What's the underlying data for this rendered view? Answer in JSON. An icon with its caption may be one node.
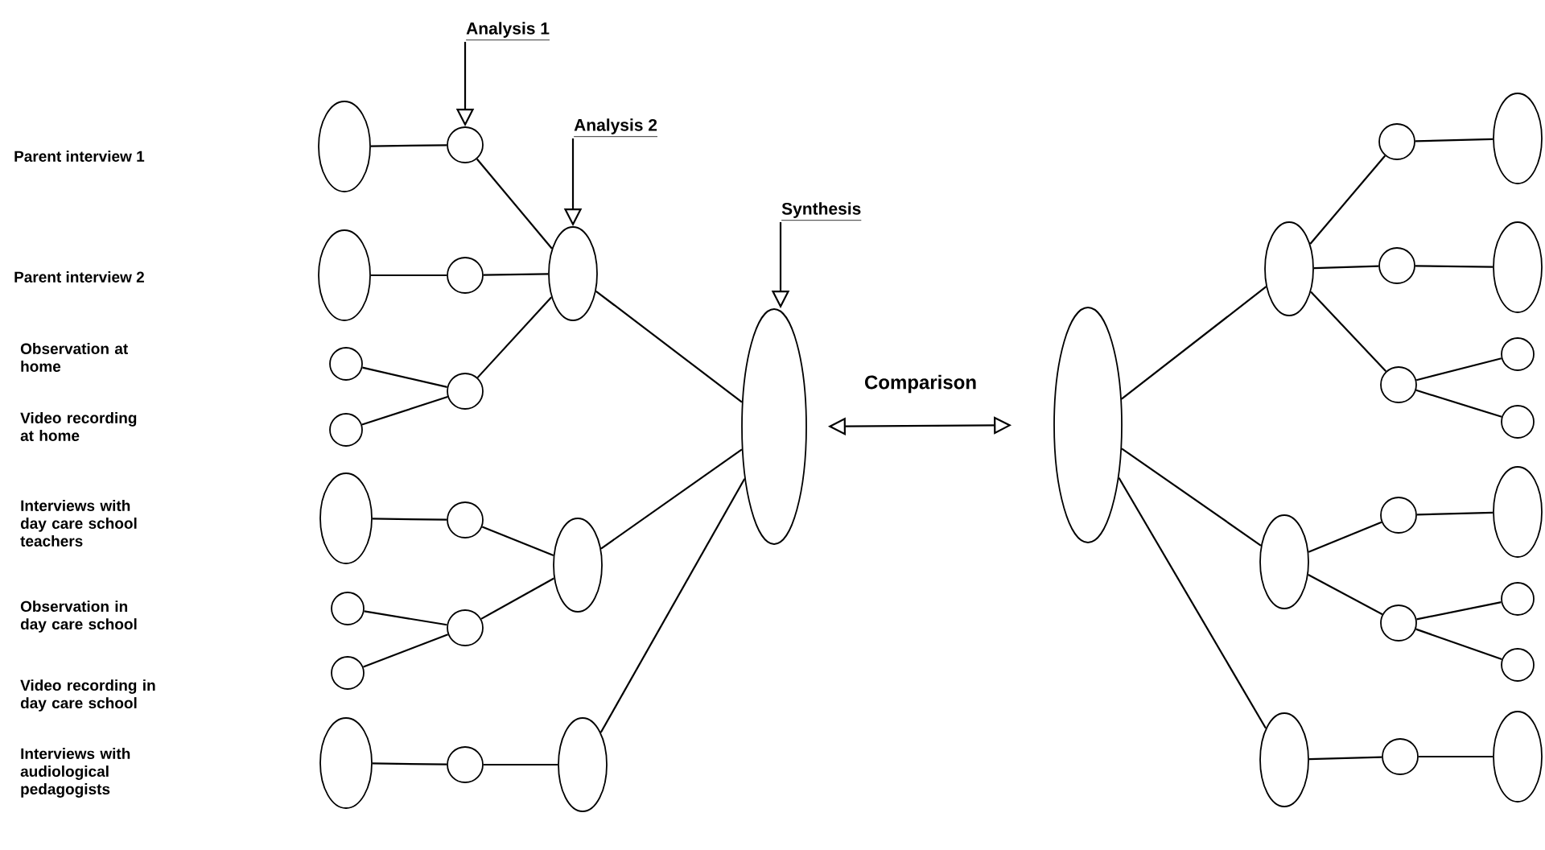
{
  "diagram": {
    "nodes": [
      {
        "text": [
          "Analysis 1"
        ]
      },
      {
        "text": [
          "Analysis 2"
        ]
      },
      {
        "text": [
          "Synthesis"
        ]
      },
      {
        "text": [],
        "shape": "ellipse"
      },
      {
        "text": [],
        "shape": "ellipse"
      },
      {
        "text": [],
        "shape": "circle"
      },
      {
        "text": [],
        "shape": "circle"
      },
      {
        "text": [],
        "shape": "ellipse"
      },
      {
        "text": [],
        "shape": "circle"
      },
      {
        "text": [],
        "shape": "circle"
      },
      {
        "text": [],
        "shape": "ellipse"
      },
      {
        "text": [],
        "shape": "circle"
      },
      {
        "text": [],
        "shape": "circle"
      },
      {
        "text": [],
        "shape": "circle"
      },
      {
        "text": [],
        "shape": "circle"
      },
      {
        "text": [],
        "shape": "circle"
      },
      {
        "text": [],
        "shape": "circle"
      },
      {
        "text": [],
        "shape": "ellipse"
      },
      {
        "text": [],
        "shape": "ellipse"
      },
      {
        "text": [],
        "shape": "ellipse"
      },
      {
        "text": [],
        "shape": "ellipse"
      },
      {
        "text": [],
        "shape": "ellipse"
      },
      {
        "text": [],
        "shape": "ellipse"
      },
      {
        "text": [],
        "shape": "ellipse"
      },
      {
        "text": [],
        "shape": "ellipse"
      },
      {
        "text": [],
        "shape": "circle"
      },
      {
        "text": [],
        "shape": "circle"
      },
      {
        "text": [],
        "shape": "circle"
      },
      {
        "text": [],
        "shape": "circle"
      },
      {
        "text": [],
        "shape": "circle"
      },
      {
        "text": [],
        "shape": "circle"
      },
      {
        "text": [],
        "shape": "ellipse"
      },
      {
        "text": [],
        "shape": "ellipse"
      },
      {
        "text": [],
        "shape": "circle"
      },
      {
        "text": [],
        "shape": "circle"
      },
      {
        "text": [],
        "shape": "ellipse"
      },
      {
        "text": [],
        "shape": "circle"
      },
      {
        "text": [],
        "shape": "circle"
      },
      {
        "text": [],
        "shape": "ellipse"
      }
    ],
    "edges": [
      {
        "from": 0,
        "to": 11,
        "arrow": "to"
      },
      {
        "from": 1,
        "to": 17,
        "arrow": "to"
      },
      {
        "from": 2,
        "to": 20,
        "arrow": "to"
      },
      {
        "from": 3,
        "to": 11,
        "arrow": "none"
      },
      {
        "from": 4,
        "to": 12,
        "arrow": "none"
      },
      {
        "from": 5,
        "to": 13,
        "arrow": "none"
      },
      {
        "from": 6,
        "to": 13,
        "arrow": "none"
      },
      {
        "from": 7,
        "to": 14,
        "arrow": "none"
      },
      {
        "from": 8,
        "to": 15,
        "arrow": "none"
      },
      {
        "from": 9,
        "to": 15,
        "arrow": "none"
      },
      {
        "from": 10,
        "to": 16,
        "arrow": "none"
      },
      {
        "from": 11,
        "to": 17,
        "arrow": "none"
      },
      {
        "from": 12,
        "to": 17,
        "arrow": "none"
      },
      {
        "from": 13,
        "to": 17,
        "arrow": "none"
      },
      {
        "from": 14,
        "to": 18,
        "arrow": "none"
      },
      {
        "from": 15,
        "to": 18,
        "arrow": "none"
      },
      {
        "from": 16,
        "to": 19,
        "arrow": "none"
      },
      {
        "from": 17,
        "to": 20,
        "arrow": "none"
      },
      {
        "from": 18,
        "to": 20,
        "arrow": "none"
      },
      {
        "from": 19,
        "to": 20,
        "arrow": "none"
      },
      {
        "from": 20,
        "to": 21,
        "arrow": "both",
        "label": "Comparison"
      },
      {
        "from": 21,
        "to": 22,
        "arrow": "none"
      },
      {
        "from": 21,
        "to": 23,
        "arrow": "none"
      },
      {
        "from": 21,
        "to": 24,
        "arrow": "none"
      },
      {
        "from": 22,
        "to": 25,
        "arrow": "none"
      },
      {
        "from": 22,
        "to": 26,
        "arrow": "none"
      },
      {
        "from": 22,
        "to": 27,
        "arrow": "none"
      },
      {
        "from": 23,
        "to": 28,
        "arrow": "none"
      },
      {
        "from": 23,
        "to": 29,
        "arrow": "none"
      },
      {
        "from": 24,
        "to": 30,
        "arrow": "none"
      },
      {
        "from": 25,
        "to": 31,
        "arrow": "none"
      },
      {
        "from": 26,
        "to": 32,
        "arrow": "none"
      },
      {
        "from": 27,
        "to": 33,
        "arrow": "none"
      },
      {
        "from": 27,
        "to": 34,
        "arrow": "none"
      },
      {
        "from": 28,
        "to": 35,
        "arrow": "none"
      },
      {
        "from": 29,
        "to": 36,
        "arrow": "none"
      },
      {
        "from": 29,
        "to": 37,
        "arrow": "none"
      },
      {
        "from": 30,
        "to": 38,
        "arrow": "none"
      }
    ],
    "labels": [
      "Parent interview 1",
      "Parent interview 2",
      "Observation at home",
      "Video recording at home",
      "Interviews with day care school teachers",
      "Observation in day care school",
      "Video recording in day care school",
      "Interviews with audiological pedagogists"
    ]
  }
}
